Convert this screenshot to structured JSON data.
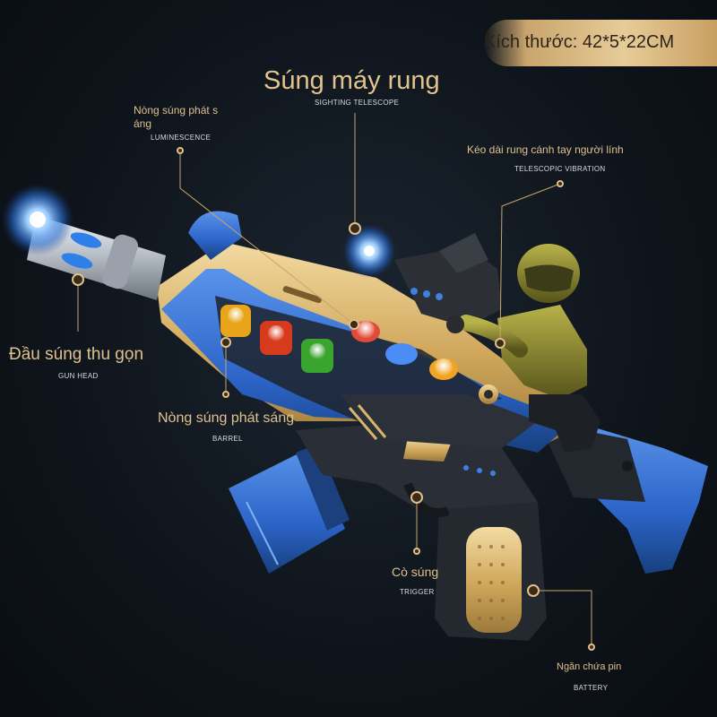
{
  "size_badge": {
    "text": "Kích thước: 42*5*22CM"
  },
  "colors": {
    "background": "#0f151c",
    "label_gold": "#e0c08e",
    "label_white": "#d8dde3",
    "gun_blue": "#2c64c8",
    "gun_gold": "#d9b56a",
    "gun_black": "#23272e",
    "soldier_green": "#7c7a24"
  },
  "labels": {
    "title": {
      "vn": "Súng máy rung",
      "en": "SIGHTING TELESCOPE"
    },
    "luminescence": {
      "vn_line1": "Nòng súng phát s",
      "vn_line2": "áng",
      "en": "LUMINESCENCE"
    },
    "telescopic": {
      "vn": "Kéo dài rung cánh tay người lính",
      "en": "TELESCOPIC VIBRATION"
    },
    "gun_head": {
      "vn": "Đầu súng thu gọn",
      "en": "GUN HEAD"
    },
    "barrel": {
      "vn": "Nòng súng phát sáng",
      "en": "BARREL"
    },
    "trigger": {
      "vn": "Cò súng",
      "en": "TRIGGER"
    },
    "battery": {
      "vn": "Ngăn chứa pin",
      "en": "BATTERY"
    }
  }
}
